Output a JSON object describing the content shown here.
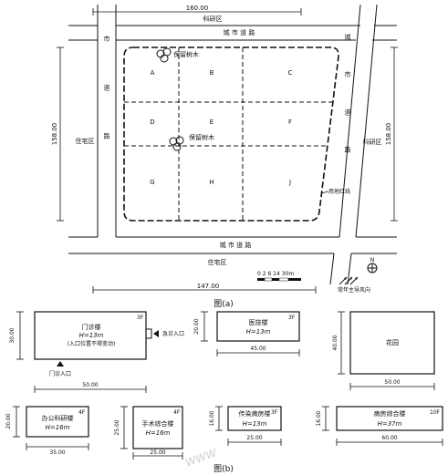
{
  "figure_a": {
    "caption": "图(a)",
    "dim_top": "160.00",
    "dim_left": "158.00",
    "dim_right": "158.00",
    "dim_bottom": "147.00",
    "labels": {
      "top_zone": "科研区",
      "right_zone": "科研区",
      "left_zone": "住宅区",
      "bottom_zone": "住宅区",
      "road_top": "城 市 道 路",
      "road_bottom": "城 市 道 路",
      "road_left": "城 市 道 路",
      "road_right": "城 市 道 路",
      "tree_top": "保留树木",
      "tree_mid": "保留树木",
      "boundary": "用地红线",
      "scale": "0 2 6 14 30m",
      "north": "N",
      "wind": "常年主导风向"
    },
    "zones": [
      "A",
      "B",
      "C",
      "D",
      "E",
      "F",
      "G",
      "H",
      "J"
    ]
  },
  "figure_b": {
    "caption": "图(b)",
    "buildings": [
      {
        "name": "门诊楼",
        "height": "H=13m",
        "note": "(入口位置不得变动)",
        "floors": "3F",
        "width": "50.00",
        "depth": "30.00",
        "entrance_right": "急诊入口",
        "entrance_bottom": "门诊入口"
      },
      {
        "name": "医技楼",
        "height": "H=13m",
        "floors": "3F",
        "width": "45.00",
        "depth": "20.00"
      },
      {
        "name": "花园",
        "width": "50.00",
        "depth": "40.00"
      },
      {
        "name": "办公科研楼",
        "height": "H=16m",
        "floors": "4F",
        "width": "35.00",
        "depth": "20.00"
      },
      {
        "name": "手术综合楼",
        "height": "H=16m",
        "floors": "4F",
        "width": "25.00",
        "depth": "25.00"
      },
      {
        "name": "传染病房楼",
        "height": "H=13m",
        "floors": "3F",
        "width": "25.00",
        "depth": "16.00"
      },
      {
        "name": "病房综合楼",
        "height": "H=37m",
        "floors": "10F",
        "width": "60.00",
        "depth": "16.00"
      }
    ]
  },
  "watermark": "WWW"
}
